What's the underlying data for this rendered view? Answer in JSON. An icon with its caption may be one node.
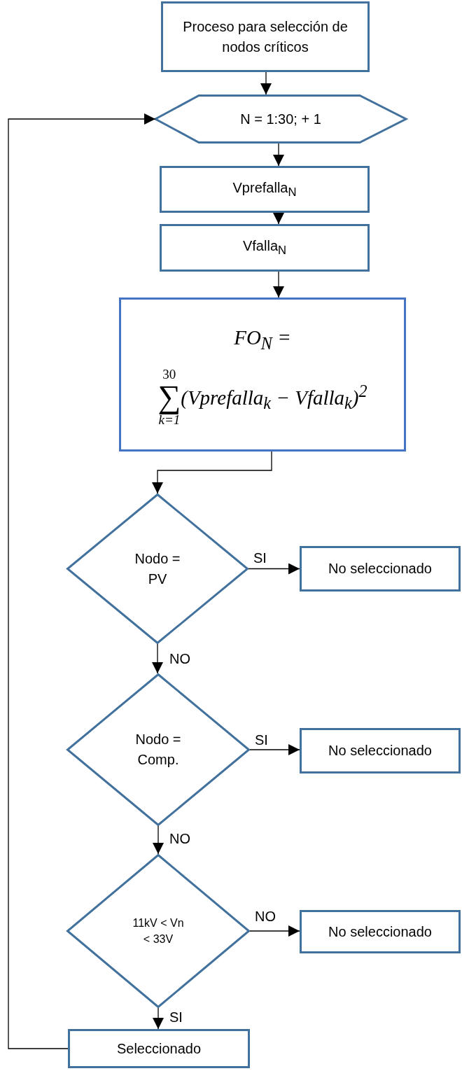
{
  "diagram": {
    "nodes": [
      {
        "text": [
          "Proceso para selección de nodos críticos"
        ]
      },
      {
        "text": [
          "N = 1:30; + 1"
        ]
      },
      {
        "text": [
          "Vprefalla$_{N}$"
        ]
      },
      {
        "text": [
          "Vfalla$_{N}$"
        ]
      },
      {
        "text": [
          "FO$_{N}$ =",
          "30",
          "∑",
          "k=1",
          "(Vprefalla$_{k}$ − Vfalla$_{k}$)$^{2}$"
        ]
      },
      {
        "text": [
          "Nodo = PV"
        ]
      },
      {
        "text": [
          "No seleccionado"
        ]
      },
      {
        "text": [
          "Nodo = Comp."
        ]
      },
      {
        "text": [
          "No seleccionado"
        ]
      },
      {
        "text": [
          "11kV < Vn < 33V"
        ]
      },
      {
        "text": [
          "No seleccionado"
        ]
      },
      {
        "text": [
          "Seleccionado"
        ]
      }
    ],
    "edges": [
      {
        "from": 0,
        "to": 1,
        "arrow": "to"
      },
      {
        "from": 1,
        "to": 2,
        "arrow": "to"
      },
      {
        "from": 2,
        "to": 3,
        "arrow": "to"
      },
      {
        "from": 3,
        "to": 4,
        "arrow": "to"
      },
      {
        "from": 4,
        "to": 5,
        "arrow": "to"
      },
      {
        "from": 5,
        "to": 6,
        "arrow": "to",
        "label": "SI"
      },
      {
        "from": 5,
        "to": 7,
        "arrow": "to",
        "label": "NO"
      },
      {
        "from": 7,
        "to": 8,
        "arrow": "to",
        "label": "SI"
      },
      {
        "from": 7,
        "to": 9,
        "arrow": "to",
        "label": "NO"
      },
      {
        "from": 9,
        "to": 10,
        "arrow": "to",
        "label": "NO"
      },
      {
        "from": 9,
        "to": 11,
        "arrow": "to",
        "label": "SI"
      },
      {
        "from": 11,
        "to": 1,
        "arrow": "to"
      }
    ]
  }
}
